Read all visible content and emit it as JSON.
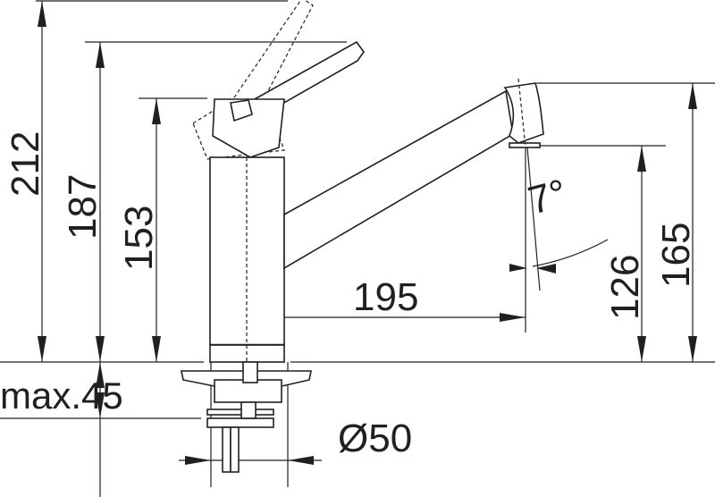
{
  "drawing": {
    "subject": "faucet",
    "dimensions": {
      "total_height": "212",
      "lever_height": "187",
      "body_height": "153",
      "spout_height": "165",
      "outlet_height": "126",
      "reach": "195",
      "spout_angle": "7°",
      "max_thickness": "max.45",
      "hole_diameter": "Ø50"
    },
    "line_color": "#231f20"
  }
}
